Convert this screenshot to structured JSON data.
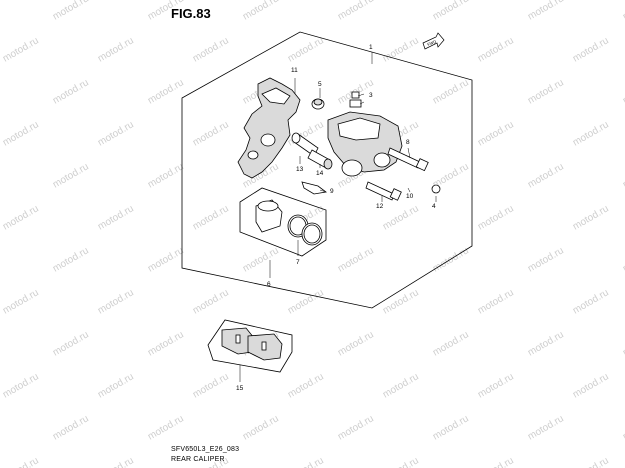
{
  "figure": {
    "title": "FIG.83"
  },
  "footer": {
    "model_code": "SFV650L3_E26_083",
    "section_name": "REAR CALIPER"
  },
  "watermark": {
    "text": "motod.ru"
  },
  "front_arrow": {
    "label": "FWD"
  },
  "callouts": {
    "c1": "1",
    "c3": "3",
    "c4": "4",
    "c5": "5",
    "c6": "6",
    "c7": "7",
    "c8": "8",
    "c9": "9",
    "c10": "10",
    "c11": "11",
    "c12": "12",
    "c13": "13",
    "c14": "14",
    "c15": "15"
  }
}
